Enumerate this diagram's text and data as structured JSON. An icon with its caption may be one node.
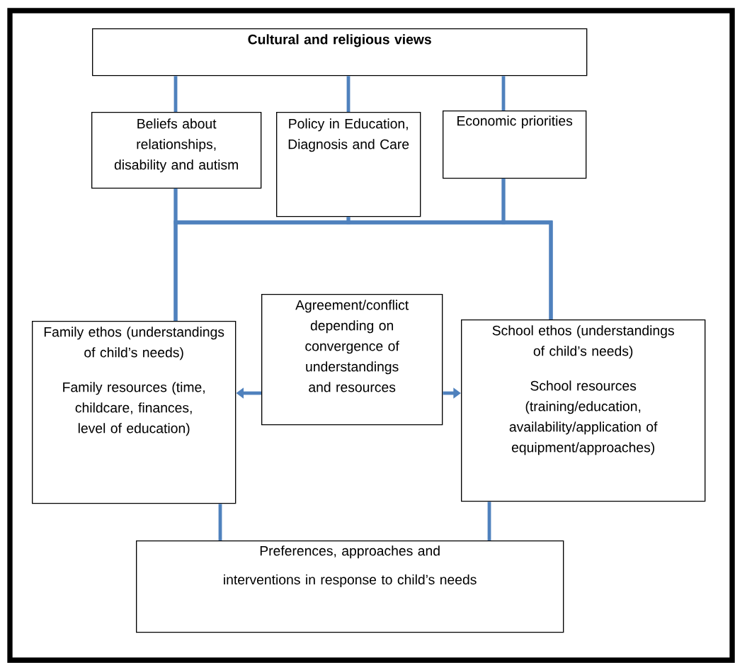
{
  "diagram": {
    "nodes": [
      {
        "text": [
          "Cultural and religious views"
        ]
      },
      {
        "text": [
          "Beliefs about relationships, disability and autism"
        ]
      },
      {
        "text": [
          "Policy in Education, Diagnosis and Care"
        ]
      },
      {
        "text": [
          "Economic priorities"
        ]
      },
      {
        "text": [
          "Family ethos (understandings of child’s needs)",
          "Family resources (time, childcare, finances, level of education)"
        ]
      },
      {
        "text": [
          "Agreement/conflict depending on convergence of understandings and resources"
        ]
      },
      {
        "text": [
          "School ethos (understandings of child’s needs)",
          "School resources (training/education, availability/application of equipment/approaches)"
        ]
      },
      {
        "text": [
          "Preferences, approaches and interventions in response to child’s needs"
        ]
      }
    ],
    "edges": [
      {
        "from": 0,
        "to": 1,
        "arrow": "none"
      },
      {
        "from": 0,
        "to": 2,
        "arrow": "none"
      },
      {
        "from": 0,
        "to": 3,
        "arrow": "none"
      },
      {
        "from": 1,
        "to": 4,
        "arrow": "none"
      },
      {
        "from": 1,
        "to": 6,
        "arrow": "none"
      },
      {
        "from": 2,
        "to": 4,
        "arrow": "none"
      },
      {
        "from": 2,
        "to": 6,
        "arrow": "none"
      },
      {
        "from": 3,
        "to": 4,
        "arrow": "none"
      },
      {
        "from": 3,
        "to": 6,
        "arrow": "none"
      },
      {
        "from": 5,
        "to": 4,
        "arrow": "to"
      },
      {
        "from": 5,
        "to": 6,
        "arrow": "to"
      },
      {
        "from": 4,
        "to": 7,
        "arrow": "none"
      },
      {
        "from": 6,
        "to": 7,
        "arrow": "none"
      }
    ]
  }
}
